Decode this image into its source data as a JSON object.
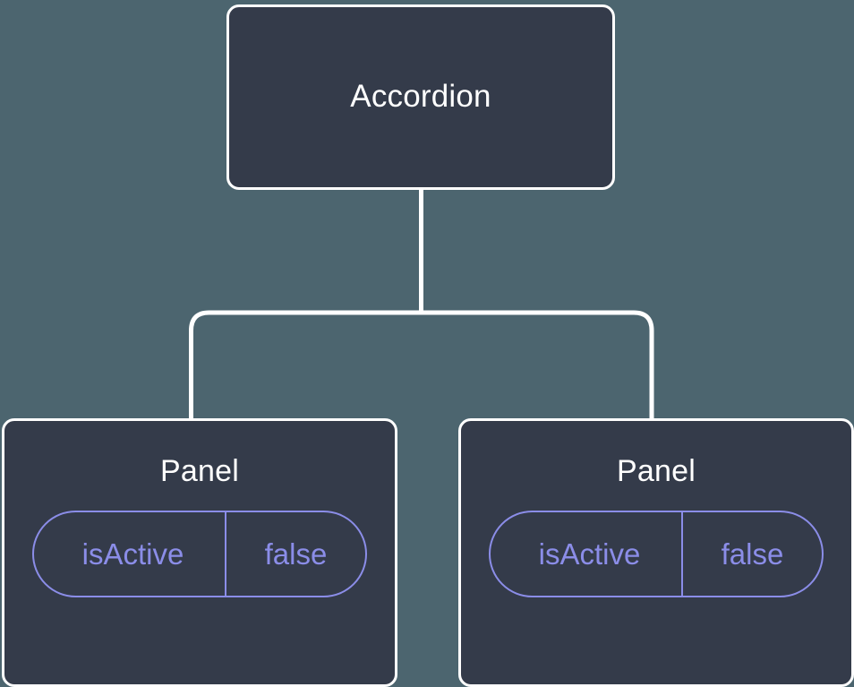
{
  "canvas": {
    "background_color": "#4c656f",
    "node_fill_color": "#343b4a",
    "node_border_color": "#ffffff",
    "node_text_color": "#ffffff",
    "state_accent_color": "#8b8de8",
    "connector_color": "#ffffff"
  },
  "tree": {
    "root": {
      "label": "Accordion"
    },
    "children": [
      {
        "label": "Panel",
        "state": {
          "key": "isActive",
          "value": "false"
        }
      },
      {
        "label": "Panel",
        "state": {
          "key": "isActive",
          "value": "false"
        }
      }
    ]
  }
}
